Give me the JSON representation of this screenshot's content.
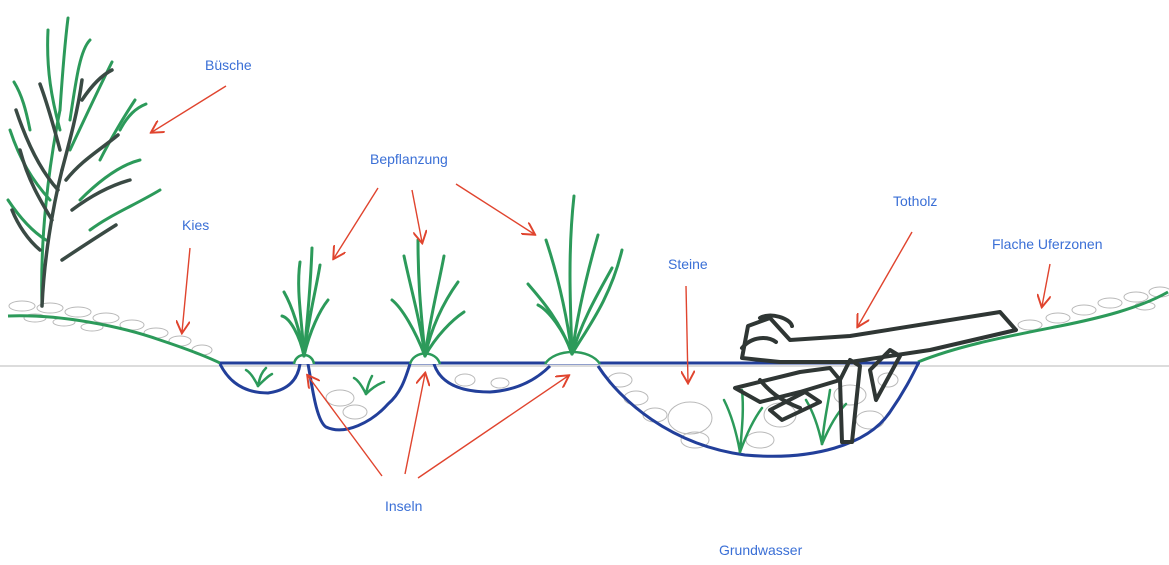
{
  "colors": {
    "label": "#3a6fd6",
    "arrow": "#e0442e",
    "water": "#223f9a",
    "plant": "#2c9a5a",
    "shrub_dark": "#3a4a44",
    "stone": "#b9b9b9",
    "ground_line": "#c8c8c8",
    "wood": "#2f3634"
  },
  "labels": {
    "buesche": "Büsche",
    "bepflanzung": "Bepflanzung",
    "kies": "Kies",
    "steine": "Steine",
    "totholz": "Totholz",
    "flache_uferzonen": "Flache Uferzonen",
    "inseln": "Inseln",
    "grundwasser": "Grundwasser"
  }
}
